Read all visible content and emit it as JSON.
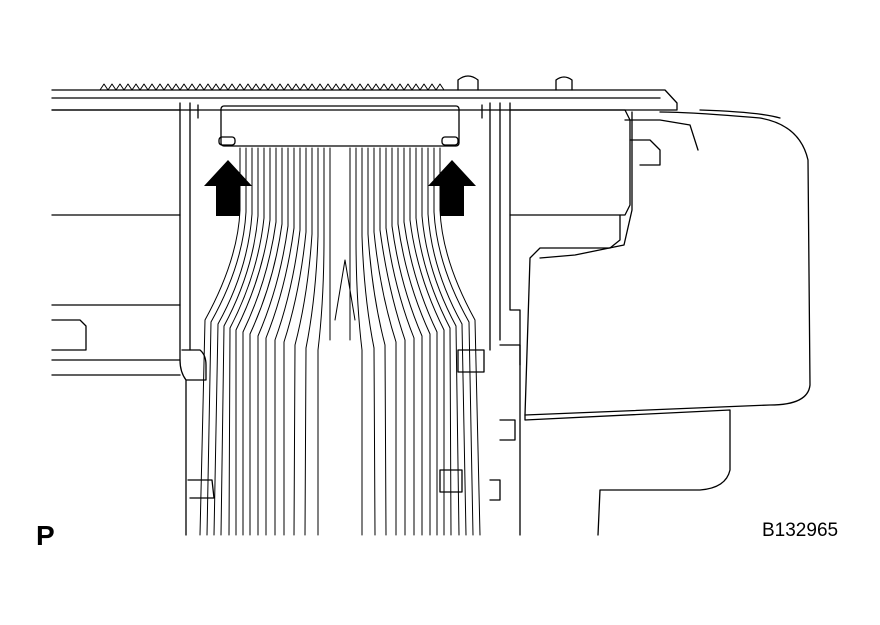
{
  "figure": {
    "view_letter": "P",
    "figure_id": "B132965"
  },
  "colors": {
    "line": "#000000",
    "background": "#ffffff",
    "arrow_fill": "#000000"
  },
  "callouts": [
    {
      "name": "left-clip-arrow",
      "direction": "up"
    },
    {
      "name": "right-clip-arrow",
      "direction": "up"
    }
  ]
}
